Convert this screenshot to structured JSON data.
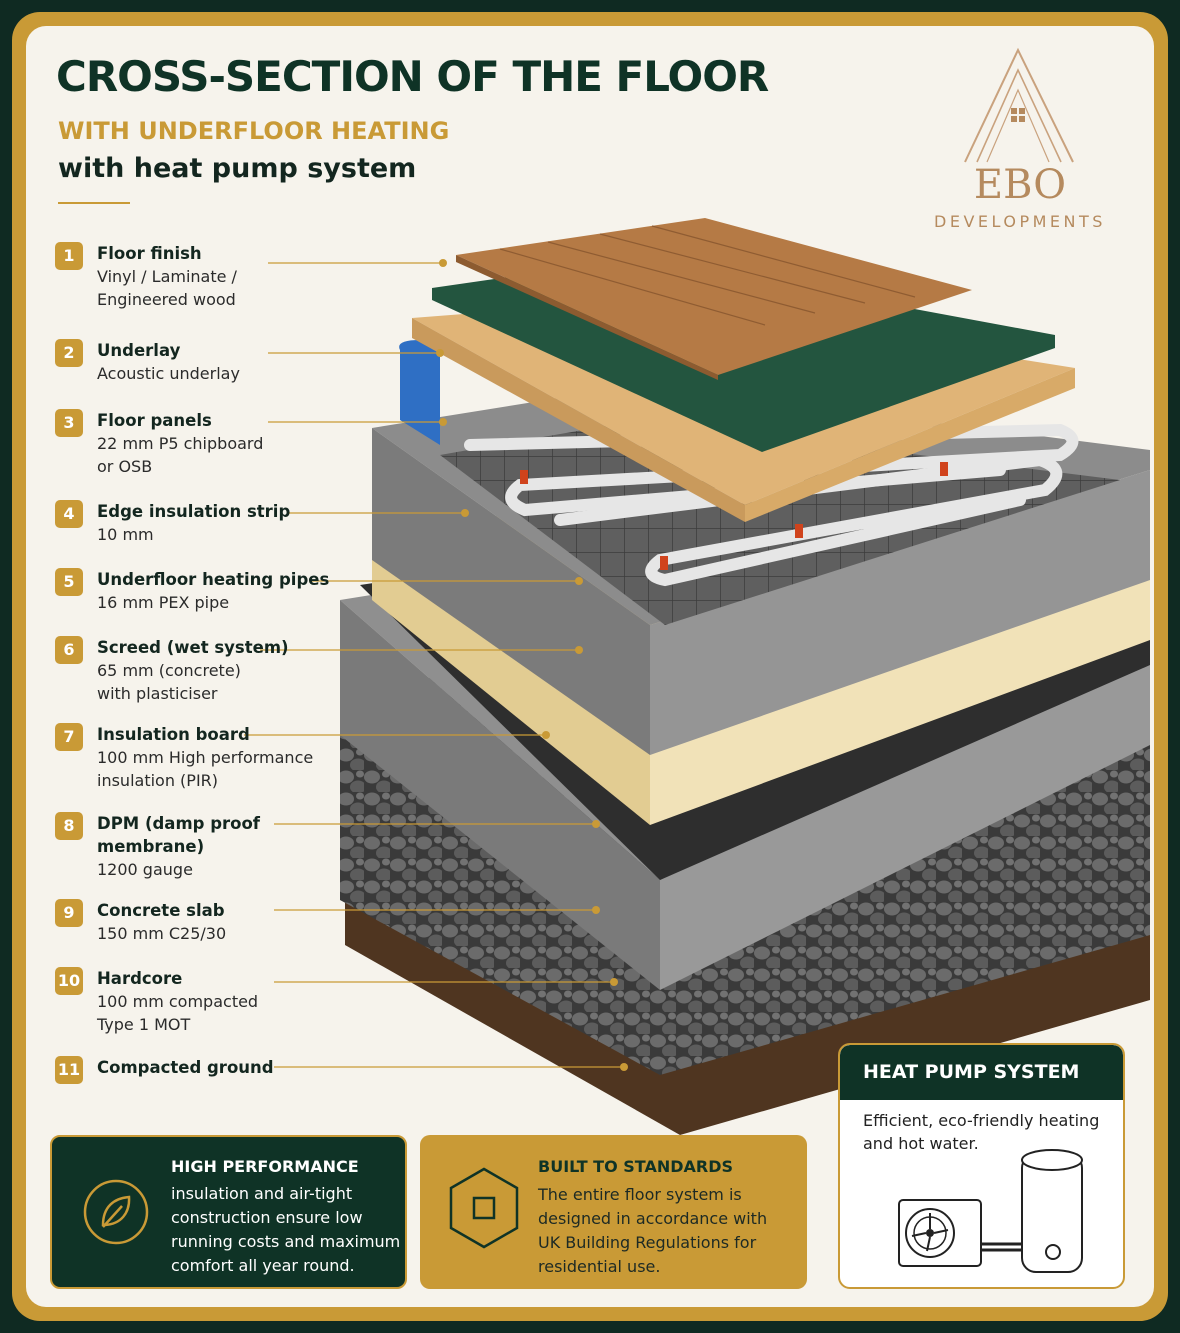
{
  "header": {
    "title": "CROSS-SECTION OF THE FLOOR",
    "subtitle": "WITH UNDERFLOOR HEATING",
    "subtitle2": "with heat pump system"
  },
  "logo": {
    "main": "EBO",
    "sub": "DEVELOPMENTS"
  },
  "layers": [
    {
      "num": "1",
      "name": "Floor finish",
      "desc": [
        "Vinyl / Laminate /",
        "Engineered wood"
      ]
    },
    {
      "num": "2",
      "name": "Underlay",
      "desc": [
        "Acoustic underlay"
      ]
    },
    {
      "num": "3",
      "name": "Floor panels",
      "desc": [
        "22 mm P5 chipboard",
        "or OSB"
      ]
    },
    {
      "num": "4",
      "name": "Edge insulation strip",
      "desc": [
        "10 mm"
      ]
    },
    {
      "num": "5",
      "name": "Underfloor heating pipes",
      "desc": [
        "16 mm PEX pipe"
      ]
    },
    {
      "num": "6",
      "name": "Screed (wet system)",
      "desc": [
        "65 mm (concrete)",
        "with plasticiser"
      ]
    },
    {
      "num": "7",
      "name": "Insulation board",
      "desc": [
        "100 mm High performance",
        "insulation (PIR)"
      ]
    },
    {
      "num": "8",
      "name": "DPM (damp proof",
      "name2": "membrane)",
      "desc": [
        "1200 gauge"
      ]
    },
    {
      "num": "9",
      "name": "Concrete slab",
      "desc": [
        "150 mm C25/30"
      ]
    },
    {
      "num": "10",
      "name": "Hardcore",
      "desc": [
        "100 mm compacted",
        "Type 1 MOT"
      ]
    },
    {
      "num": "11",
      "name": "Compacted ground",
      "desc": []
    }
  ],
  "cards": {
    "performance": {
      "title": "HIGH PERFORMANCE",
      "lines": [
        "insulation and air-tight",
        "construction ensure low",
        "running costs and maximum",
        "comfort all year round."
      ]
    },
    "standards": {
      "title": "BUILT TO STANDARDS",
      "lines": [
        "The entire floor system is",
        "designed in accordance with",
        "UK Building Regulations for",
        "residential use."
      ]
    },
    "heatpump": {
      "title": "HEAT PUMP SYSTEM",
      "lines": [
        "Efficient, eco-friendly heating",
        "and hot water."
      ]
    }
  },
  "colors": {
    "gold": "#c99a36",
    "dark_green": "#0f3326",
    "cream": "#f6f3ec"
  }
}
